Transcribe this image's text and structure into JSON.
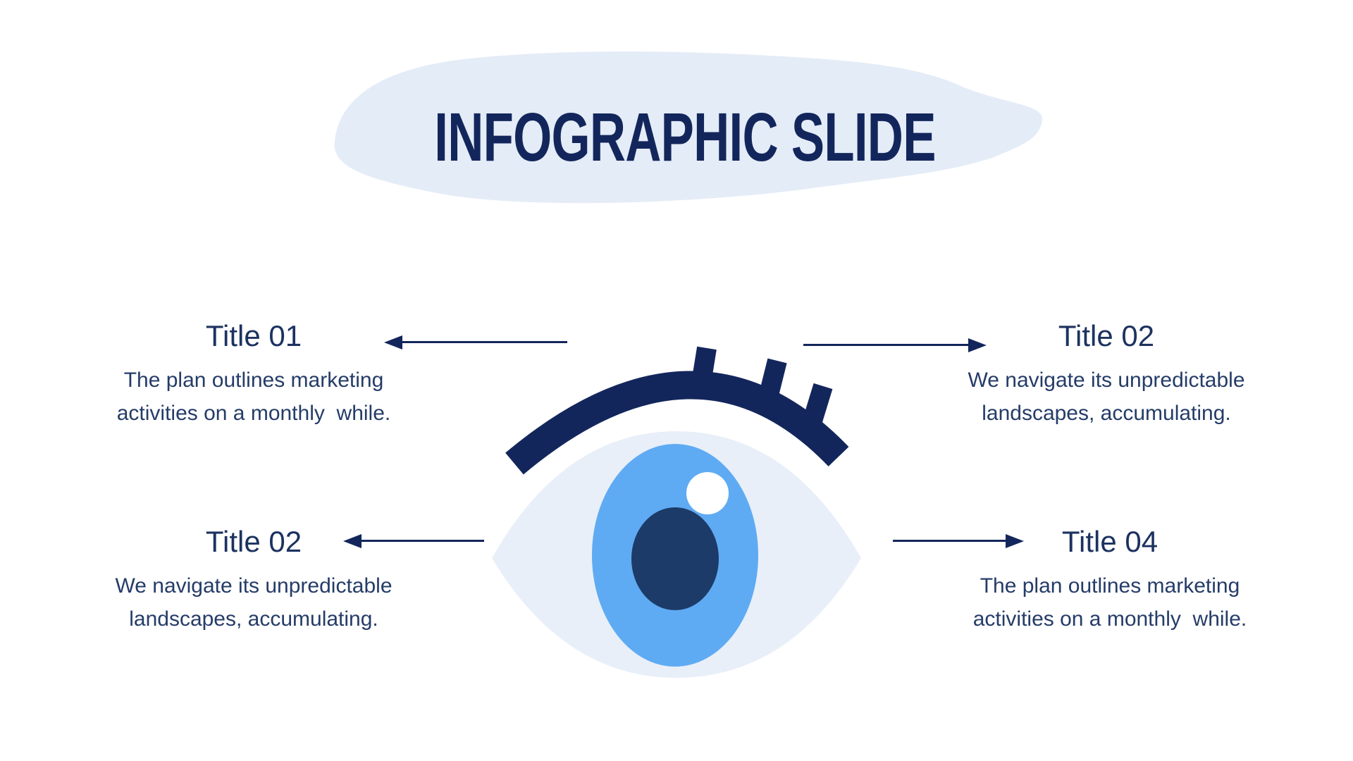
{
  "slide_title": "INFOGRAPHIC SLIDE",
  "colors": {
    "navy": "#13265c",
    "heading-navy": "#1c3260",
    "body-navy": "#253c68",
    "blob-blue": "#e4ecf7",
    "sclera-blue": "#e9eff8",
    "iris-blue": "#5fabf3",
    "pupil-navy": "#1d3b68",
    "highlight-white": "#ffffff"
  },
  "items": [
    {
      "title": "Title 01",
      "line1": "The plan outlines marketing",
      "line2": "activities on a monthly  while."
    },
    {
      "title": "Title 02",
      "line1": "We navigate its unpredictable",
      "line2": "landscapes, accumulating."
    },
    {
      "title": "Title 02",
      "line1": "We navigate its unpredictable",
      "line2": "landscapes, accumulating."
    },
    {
      "title": "Title 04",
      "line1": "The plan outlines marketing",
      "line2": "activities on a monthly  while."
    }
  ]
}
